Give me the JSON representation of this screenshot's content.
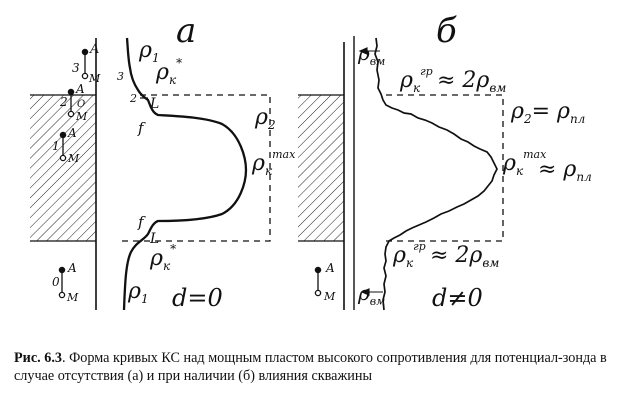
{
  "panel_a": {
    "letter": "а",
    "rho1_top": "ρ",
    "rho1_top_sub": "1",
    "rhok_top": "ρ",
    "rhok_top_sub": "к",
    "rhok_top_sup": "*",
    "rho2": "ρ",
    "rho2_sub": "2",
    "rhok_max": "ρ",
    "rhok_max_sub": "к",
    "rhok_max_sup": "max",
    "rhok_bot": "ρ",
    "rhok_bot_sub": "к",
    "rhok_bot_sup": "*",
    "rho1_bot": "ρ",
    "rho1_bot_sub": "1",
    "mark_3": "3",
    "mark_2": "2",
    "mark_L_top": "L",
    "mark_f_top": "f",
    "mark_f_bot": "f",
    "mark_L_bot": "L",
    "condition": "d=0"
  },
  "panel_b": {
    "letter": "б",
    "rho_vm_top": "ρ",
    "rho_vm_top_sub": "вм",
    "rhok_gr_top": "ρ",
    "rhok_gr_top_sub": "к",
    "rhok_gr_top_sup": "гр",
    "approx_top": "≈ 2ρ",
    "approx_top_sub": "вм",
    "rho2_eq": "ρ",
    "rho2_eq_sub": "2",
    "rho2_eq_rhs": "= ρ",
    "rho2_eq_rhs_sub": "пл",
    "rhok_max": "ρ",
    "rhok_max_sub": "к",
    "rhok_max_sup": "max",
    "approx_mid": "≈ ρ",
    "approx_mid_sub": "пл",
    "rhok_gr_bot": "ρ",
    "rhok_gr_bot_sub": "к",
    "rhok_gr_bot_sup": "гр",
    "approx_bot": "≈ 2ρ",
    "approx_bot_sub": "вм",
    "rho_vm_bot": "ρ",
    "rho_vm_bot_sub": "вм",
    "condition": "d≠0"
  },
  "probes": {
    "A": "A",
    "M": "M",
    "O": "O",
    "n3": "3",
    "n2": "2",
    "n1": "1",
    "n0": "0"
  },
  "caption": {
    "label": "Рис. 6.3",
    "text": ". Форма кривых КС над мощным пластом высокого сопротивления для потенциал-зонда   в случае отсутствия (а) и при наличии (б) влияния скважины"
  }
}
